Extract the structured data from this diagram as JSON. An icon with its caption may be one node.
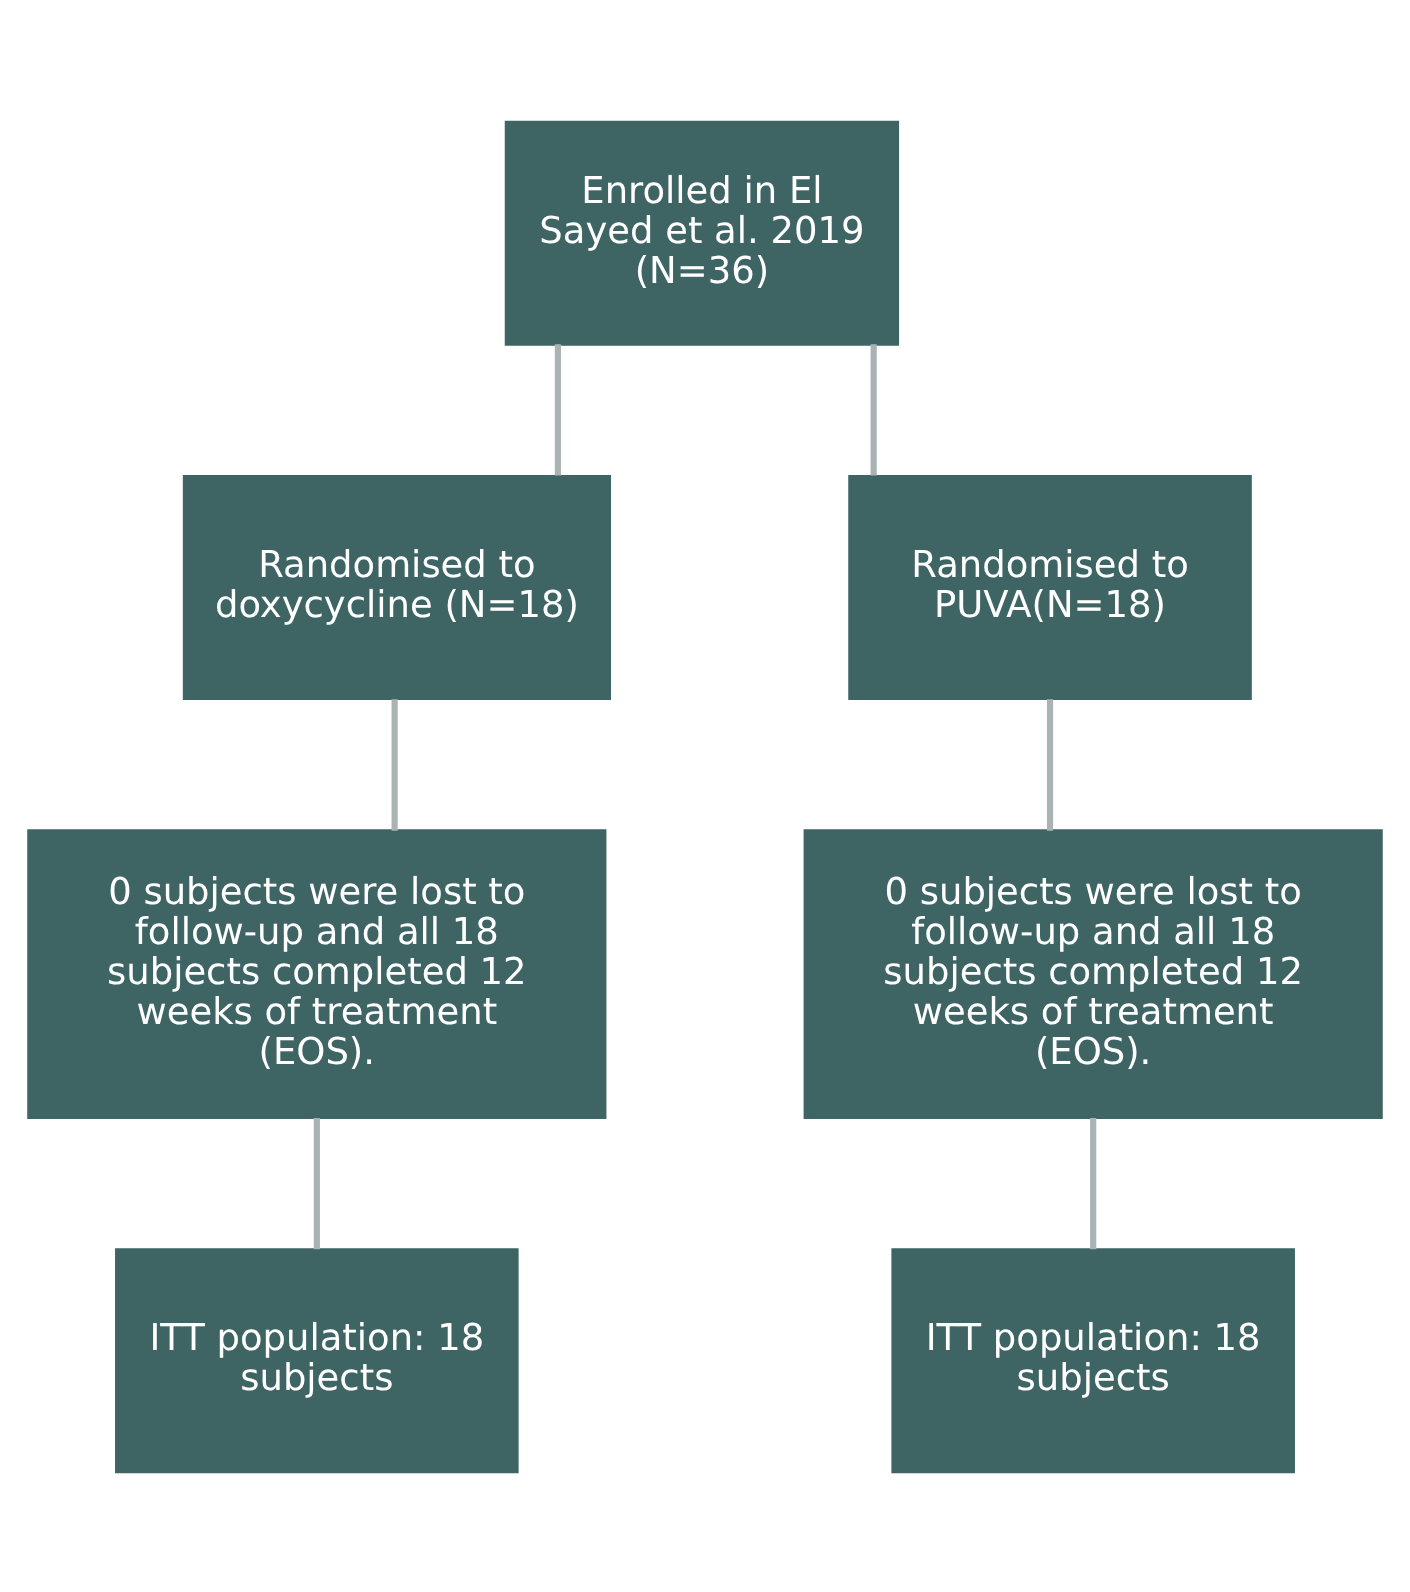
{
  "diagram": {
    "nodes": [
      {
        "text": [
          "Enrolled in El Sayed et al. 2019 (N=36)"
        ]
      },
      {
        "text": [
          "Randomised to doxycycline (N=18)"
        ]
      },
      {
        "text": [
          "Randomised to PUVA(N=18)"
        ]
      },
      {
        "text": [
          "0 subjects were lost to follow-up and all 18 subjects completed 12 weeks of treatment (EOS)."
        ]
      },
      {
        "text": [
          "0 subjects were lost to follow-up and all 18 subjects completed 12 weeks of treatment (EOS)."
        ]
      },
      {
        "text": [
          "ITT population: 18 subjects"
        ]
      },
      {
        "text": [
          "ITT population: 18 subjects"
        ]
      }
    ],
    "edges": [
      {
        "from": 0,
        "to": 1,
        "arrow": "none"
      },
      {
        "from": 0,
        "to": 2,
        "arrow": "none"
      },
      {
        "from": 1,
        "to": 3,
        "arrow": "none"
      },
      {
        "from": 2,
        "to": 4,
        "arrow": "none"
      },
      {
        "from": 3,
        "to": 5,
        "arrow": "none"
      },
      {
        "from": 4,
        "to": 6,
        "arrow": "none"
      }
    ]
  }
}
